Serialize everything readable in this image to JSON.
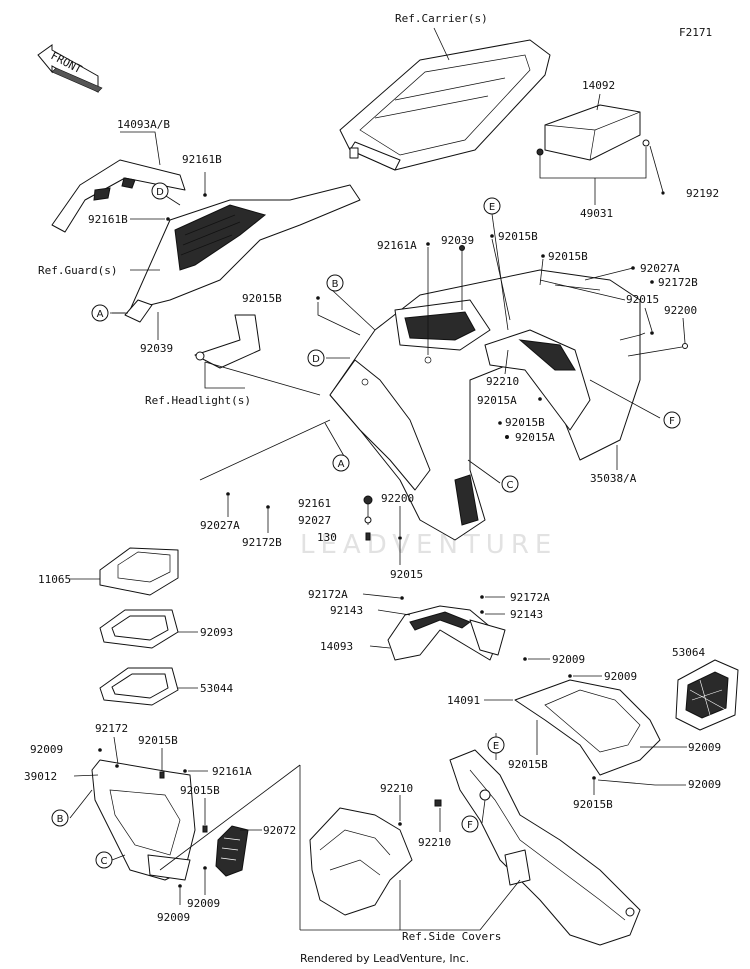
{
  "diagram_code": "F2171",
  "front_arrow": "FRONT",
  "watermark": "LEADVENTURE",
  "footer": "Rendered by LeadVenture, Inc.",
  "labels": {
    "ref_carrier": "Ref.Carrier(s)",
    "p14092": "14092",
    "p49031": "49031",
    "p92192": "92192",
    "p14093ab": "14093A/B",
    "p92161b_1": "92161B",
    "p92161b_2": "92161B",
    "ref_guard": "Ref.Guard(s)",
    "p92039_1": "92039",
    "p92161a_1": "92161A",
    "p92039_2": "92039",
    "p92015b_1": "92015B",
    "p92015b_2": "92015B",
    "p92027a_1": "92027A",
    "p92172b_1": "92172B",
    "p92015b_3": "92015B",
    "p92015": "92015",
    "p92200_1": "92200",
    "ref_headlight": "Ref.Headlight(s)",
    "p92210_1": "92210",
    "p92015a_1": "92015A",
    "p92015b_4": "92015B",
    "p92015a_2": "92015A",
    "p35038a": "35038/A",
    "p92161": "92161",
    "p92200_2": "92200",
    "p92027": "92027",
    "p130": "130",
    "p92027a_2": "92027A",
    "p92172b_2": "92172B",
    "p92015_2": "92015",
    "p11065": "11065",
    "p92093": "92093",
    "p53044": "53044",
    "p92172a_1": "92172A",
    "p92143_1": "92143",
    "p92172a_2": "92172A",
    "p92143_2": "92143",
    "p14093": "14093",
    "p14091": "14091",
    "p92009_1": "92009",
    "p92009_2": "92009",
    "p53064": "53064",
    "p92009_3": "92009",
    "p92015b_5": "92015B",
    "p92009_4": "92009",
    "p92015b_6": "92015B",
    "p92172": "92172",
    "p92009_5": "92009",
    "p92015b_7": "92015B",
    "p39012": "39012",
    "p92161a_2": "92161A",
    "p92015b_8": "92015B",
    "p92072": "92072",
    "p92210_2": "92210",
    "p92210_3": "92210",
    "p92009_6": "92009",
    "p92009_7": "92009",
    "ref_side_covers": "Ref.Side Covers"
  },
  "callouts": {
    "A": "A",
    "B": "B",
    "C": "C",
    "D": "D",
    "E": "E",
    "F": "F"
  }
}
